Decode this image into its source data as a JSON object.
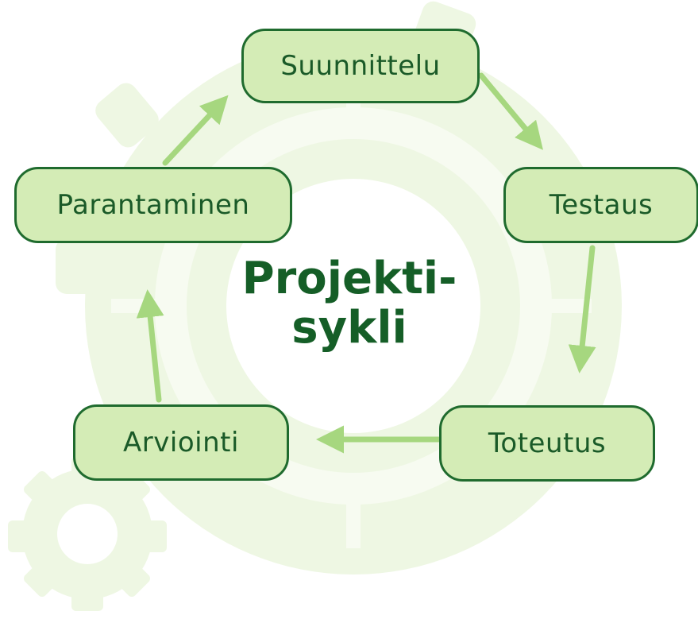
{
  "diagram": {
    "center_label_line1": "Projekti-",
    "center_label_line2": "sykli",
    "nodes": {
      "suunnittelu": "Suunnittelu",
      "testaus": "Testaus",
      "toteutus": "Toteutus",
      "arviointi": "Arviointi",
      "parantaminen": "Parantaminen"
    },
    "cycle_order": [
      "Suunnittelu",
      "Testaus",
      "Toteutus",
      "Arviointi",
      "Parantaminen"
    ]
  },
  "colors": {
    "node_fill": "#d4ecb6",
    "node_border": "#1f6b2e",
    "node_text": "#1a5a28",
    "title_text": "#155e27",
    "arrow": "#a6d77f",
    "gear_background": "#eef7e3"
  },
  "icons": {
    "background": "gear-icon",
    "corner": "small-gear-icon"
  }
}
